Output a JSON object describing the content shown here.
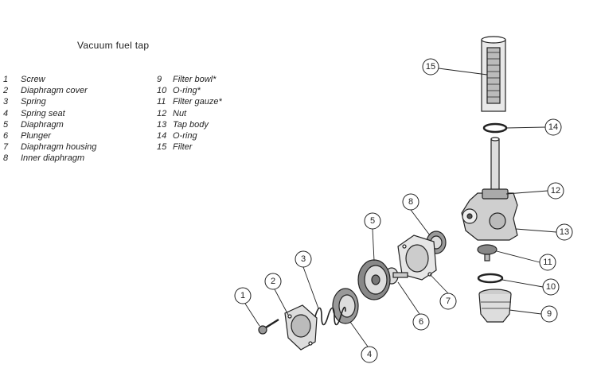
{
  "title": "Vacuum fuel tap",
  "legend": {
    "column1": [
      {
        "num": "1",
        "label": "Screw"
      },
      {
        "num": "2",
        "label": "Diaphragm cover"
      },
      {
        "num": "3",
        "label": "Spring"
      },
      {
        "num": "4",
        "label": "Spring seat"
      },
      {
        "num": "5",
        "label": "Diaphragm"
      },
      {
        "num": "6",
        "label": "Plunger"
      },
      {
        "num": "7",
        "label": "Diaphragm housing"
      },
      {
        "num": "8",
        "label": "Inner diaphragm"
      }
    ],
    "column2": [
      {
        "num": "9",
        "label": "Filter bowl*"
      },
      {
        "num": "10",
        "label": "O-ring*"
      },
      {
        "num": "11",
        "label": "Filter gauze*"
      },
      {
        "num": "12",
        "label": "Nut"
      },
      {
        "num": "13",
        "label": "Tap body"
      },
      {
        "num": "14",
        "label": "O-ring"
      },
      {
        "num": "15",
        "label": "Filter"
      }
    ]
  },
  "callouts": [
    "1",
    "2",
    "3",
    "4",
    "5",
    "6",
    "7",
    "8",
    "9",
    "10",
    "11",
    "12",
    "13",
    "14",
    "15"
  ]
}
